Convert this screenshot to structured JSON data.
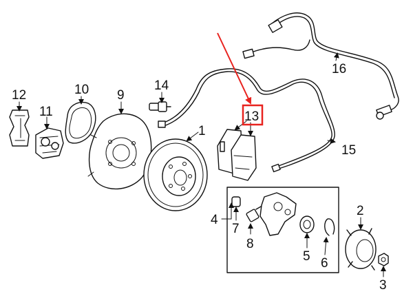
{
  "callouts": {
    "p1": "1",
    "p2": "2",
    "p3": "3",
    "p4": "4",
    "p5": "5",
    "p6": "6",
    "p7": "7",
    "p8": "8",
    "p9": "9",
    "p10": "10",
    "p11": "11",
    "p12": "12",
    "p13": "13",
    "p14": "14",
    "p15": "15",
    "p16": "16"
  },
  "colors": {
    "line": "#111111",
    "highlight": "#e8231f",
    "background": "#ffffff"
  },
  "highlighted_part": "13"
}
